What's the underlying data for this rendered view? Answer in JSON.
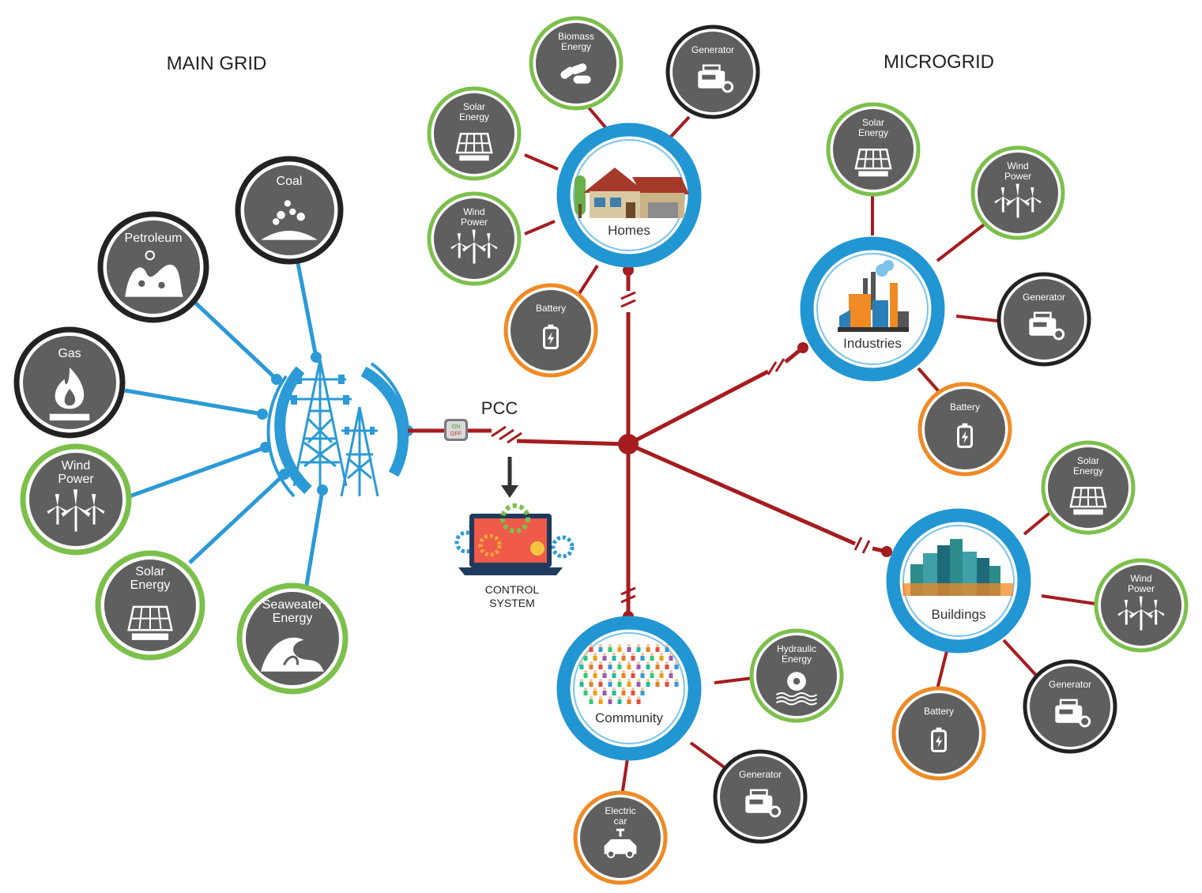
{
  "titles": {
    "main_grid": "MAIN GRID",
    "microgrid": "MICROGRID"
  },
  "pcc": {
    "label": "PCC",
    "switch_on": "ON",
    "switch_off": "OFF"
  },
  "control": {
    "line1": "CONTROL",
    "line2": "SYSTEM"
  },
  "colors": {
    "main_link": "#2b9ad6",
    "micro_link": "#a51c1f",
    "renewable_ring": "#7cc04b",
    "fossil_ring": "#222222",
    "storage_ring": "#f08a24",
    "hub_ring": "#2196d3",
    "node_fill": "#5f5f5f"
  },
  "main_grid_sources": [
    {
      "id": "coal",
      "lines": [
        "Coal"
      ],
      "icon": "coal-icon"
    },
    {
      "id": "petroleum",
      "lines": [
        "Petroleum"
      ],
      "icon": "petroleum-icon"
    },
    {
      "id": "gas",
      "lines": [
        "Gas"
      ],
      "icon": "gas-flame-icon"
    },
    {
      "id": "wind",
      "lines": [
        "Wind",
        "Power"
      ],
      "icon": "wind-turbine-icon"
    },
    {
      "id": "solar",
      "lines": [
        "Solar",
        "Energy"
      ],
      "icon": "solar-panel-icon"
    },
    {
      "id": "seawater",
      "lines": [
        "Seaweater",
        "Energy"
      ],
      "icon": "wave-icon"
    }
  ],
  "hubs": [
    {
      "id": "homes",
      "label": "Homes",
      "icon": "house-icon"
    },
    {
      "id": "industries",
      "label": "Industries",
      "icon": "factory-icon"
    },
    {
      "id": "buildings",
      "label": "Buildings",
      "icon": "city-buildings-icon"
    },
    {
      "id": "community",
      "label": "Community",
      "icon": "people-map-icon"
    }
  ],
  "micro_sources": [
    {
      "id": "homes-biomass",
      "lines": [
        "Biomass",
        "Energy"
      ],
      "icon": "biomass-icon"
    },
    {
      "id": "homes-generator",
      "lines": [
        "Generator"
      ],
      "icon": "generator-icon"
    },
    {
      "id": "homes-solar",
      "lines": [
        "Solar",
        "Energy"
      ],
      "icon": "solar-panel-icon"
    },
    {
      "id": "homes-wind",
      "lines": [
        "Wind",
        "Power"
      ],
      "icon": "wind-turbine-icon"
    },
    {
      "id": "homes-battery",
      "lines": [
        "Battery"
      ],
      "icon": "battery-icon"
    },
    {
      "id": "ind-solar",
      "lines": [
        "Solar",
        "Energy"
      ],
      "icon": "solar-panel-icon"
    },
    {
      "id": "ind-wind",
      "lines": [
        "Wind",
        "Power"
      ],
      "icon": "wind-turbine-icon"
    },
    {
      "id": "ind-generator",
      "lines": [
        "Generator"
      ],
      "icon": "generator-icon"
    },
    {
      "id": "ind-battery",
      "lines": [
        "Battery"
      ],
      "icon": "battery-icon"
    },
    {
      "id": "bld-solar",
      "lines": [
        "Solar",
        "Energy"
      ],
      "icon": "solar-panel-icon"
    },
    {
      "id": "bld-wind",
      "lines": [
        "Wind",
        "Power"
      ],
      "icon": "wind-turbine-icon"
    },
    {
      "id": "bld-generator",
      "lines": [
        "Generator"
      ],
      "icon": "generator-icon"
    },
    {
      "id": "bld-battery",
      "lines": [
        "Battery"
      ],
      "icon": "battery-icon"
    },
    {
      "id": "com-hydraulic",
      "lines": [
        "Hydraulic",
        "Energy"
      ],
      "icon": "hydraulic-icon"
    },
    {
      "id": "com-generator",
      "lines": [
        "Generator"
      ],
      "icon": "generator-icon"
    },
    {
      "id": "com-car",
      "lines": [
        "Electric",
        "car"
      ],
      "icon": "electric-car-icon"
    }
  ]
}
